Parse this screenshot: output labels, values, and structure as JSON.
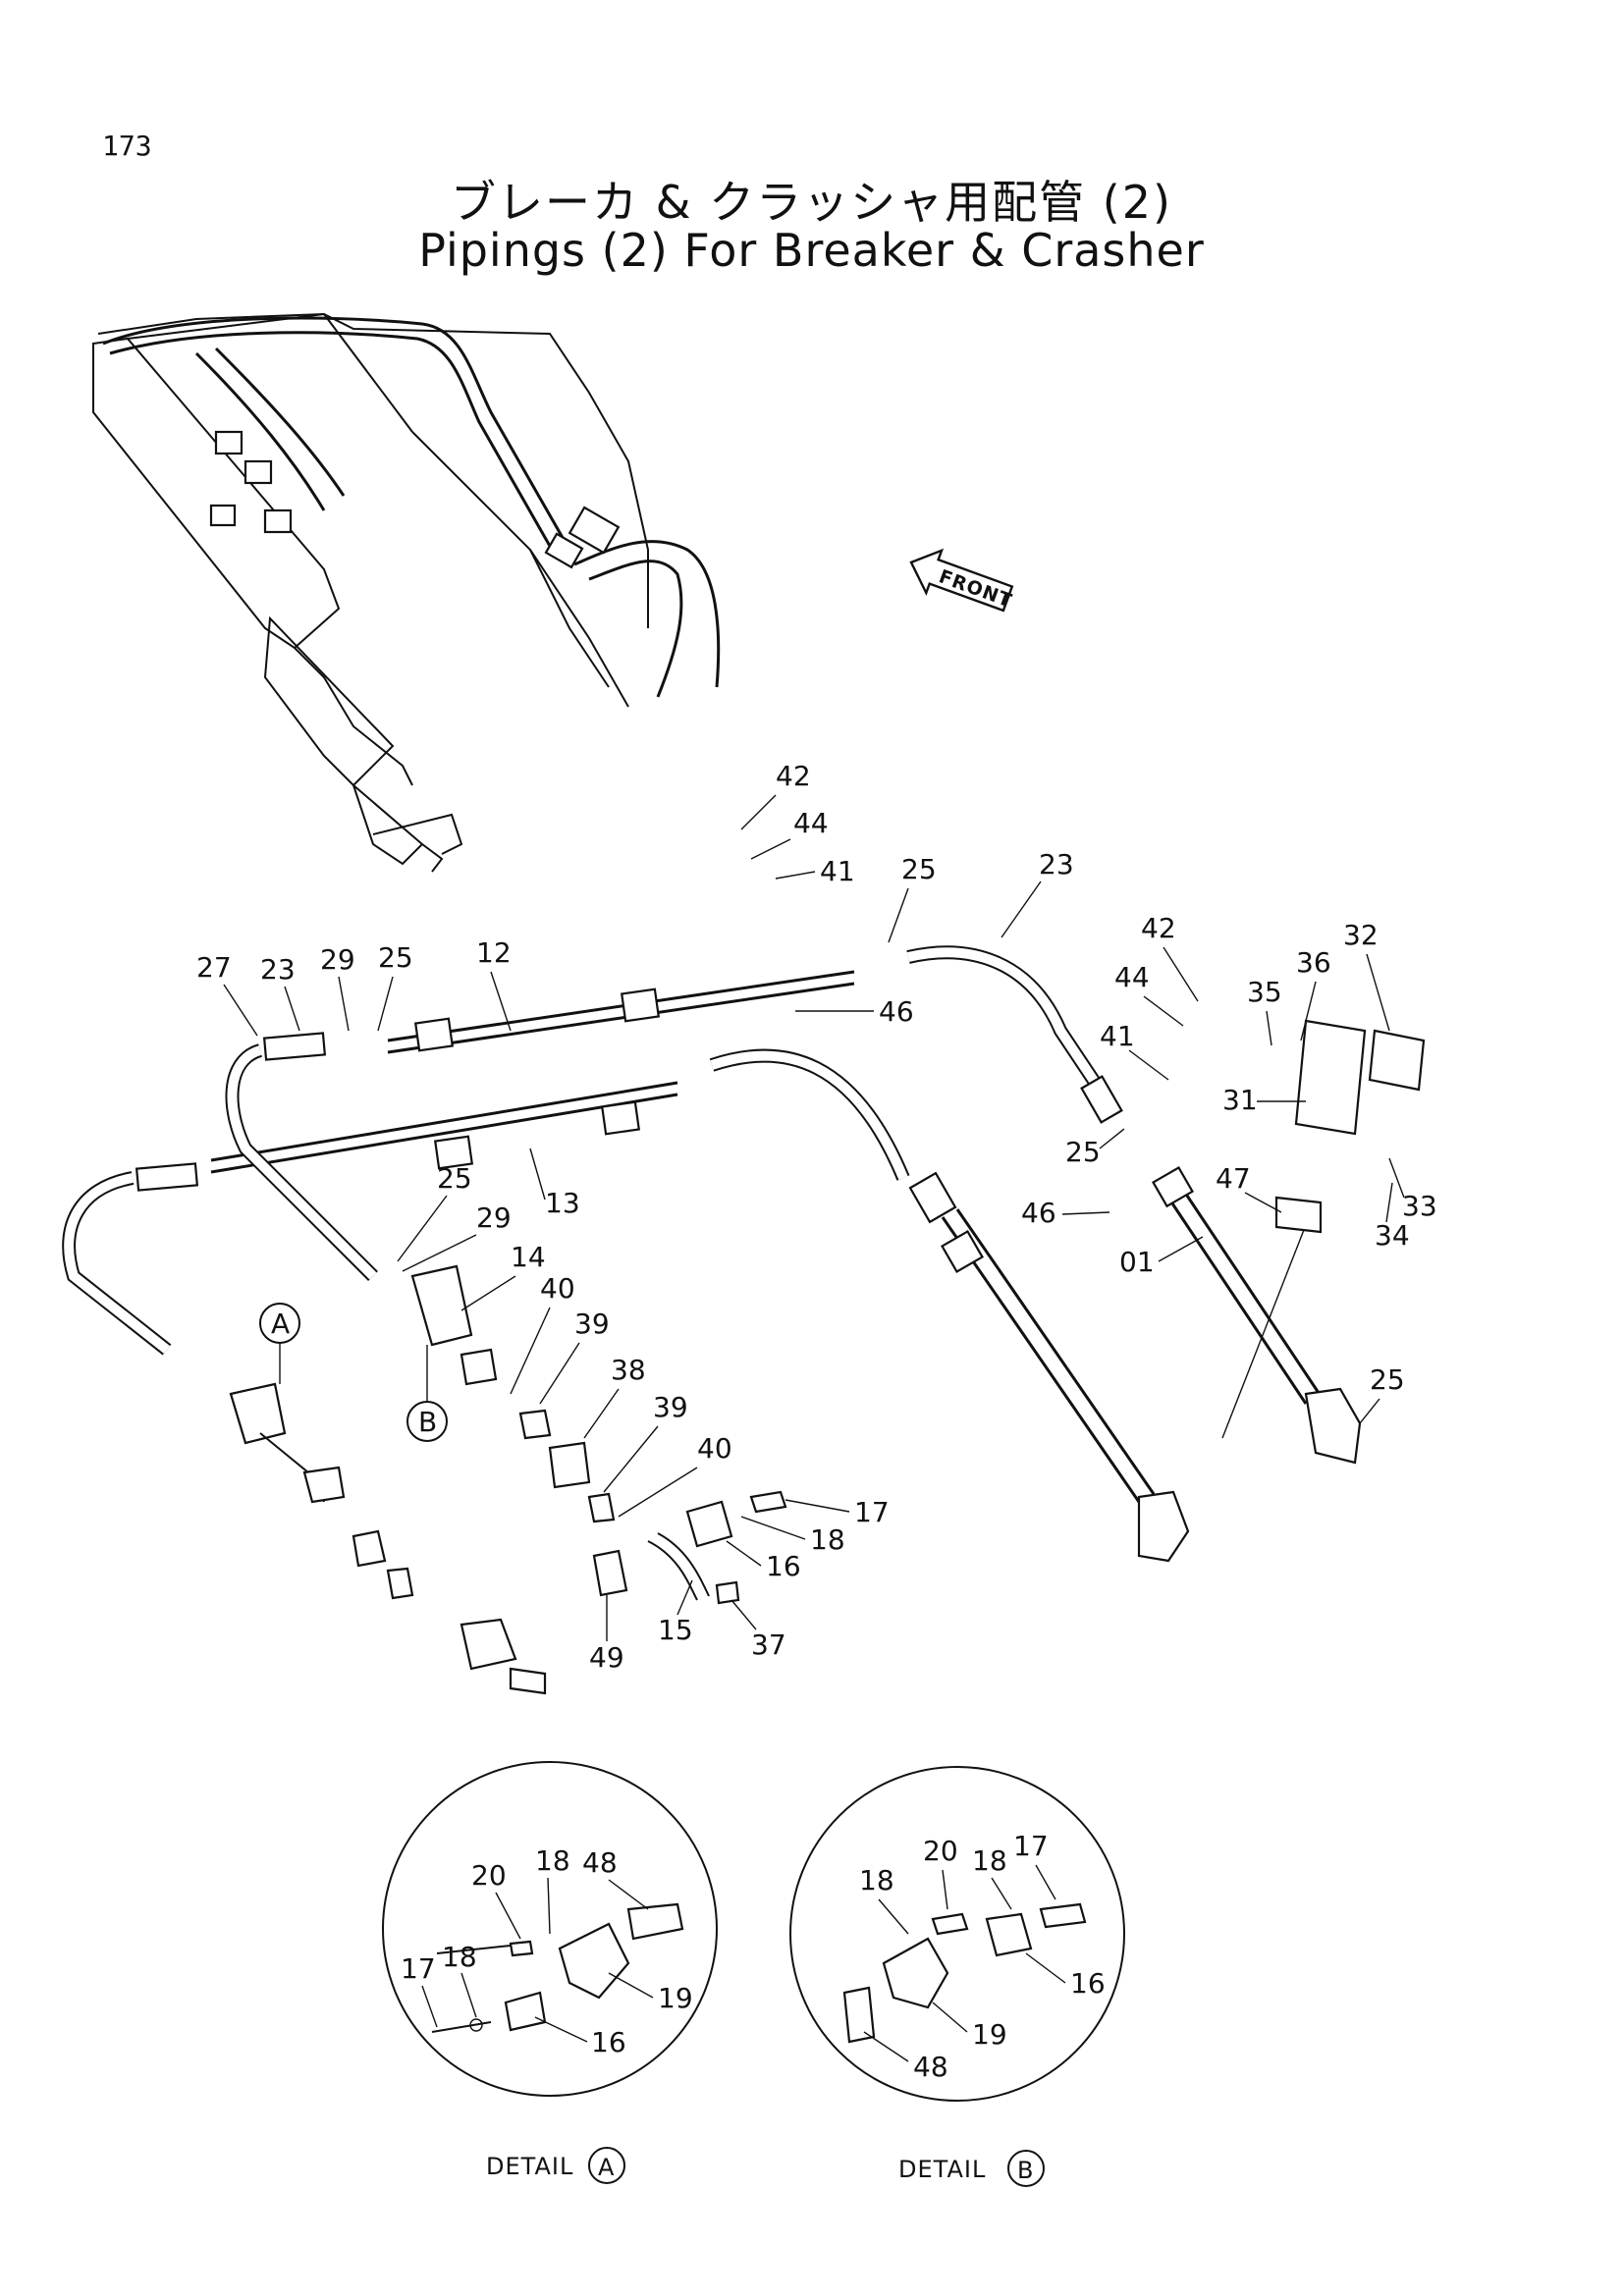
{
  "page_number": "173",
  "title_jp": "ブレーカ & クラッシャ用配管 (2)",
  "title_en": "Pipings (2) For Breaker & Crasher",
  "front_label": "FRONT",
  "detail_a_label": "DETAIL",
  "detail_b_label": "DETAIL",
  "marker_a": "A",
  "marker_b": "B",
  "callouts": {
    "n42a": "42",
    "n44a": "44",
    "n41a": "41",
    "n25a": "25",
    "n23a": "23",
    "n27": "27",
    "n23b": "23",
    "n29a": "29",
    "n25b": "25",
    "n12": "12",
    "n46a": "46",
    "n42b": "42",
    "n44b": "44",
    "n35": "35",
    "n36": "36",
    "n32": "32",
    "n41b": "41",
    "n31": "31",
    "n47": "47",
    "n33": "33",
    "n34": "34",
    "n25c": "25",
    "n46b": "46",
    "n01": "01",
    "n25d": "25",
    "n13": "13",
    "n25e": "25",
    "n29b": "29",
    "n14": "14",
    "n40a": "40",
    "n39a": "39",
    "n38": "38",
    "n39b": "39",
    "n40b": "40",
    "n17": "17",
    "n18": "18",
    "n16": "16",
    "n49": "49",
    "n15": "15",
    "n37": "37",
    "da20": "20",
    "da18a": "18",
    "da48": "48",
    "da17": "17",
    "da18b": "18",
    "da19": "19",
    "da16": "16",
    "db18a": "18",
    "db20": "20",
    "db18b": "18",
    "db17": "17",
    "db16": "16",
    "db19": "19",
    "db48": "48"
  }
}
